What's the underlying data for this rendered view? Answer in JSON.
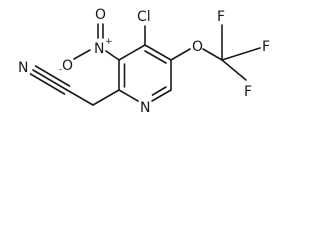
{
  "molecule": {
    "atoms": {
      "chlorine": "Cl",
      "nitro_nitrogen": "N",
      "nitro_plus": "+",
      "nitro_oxygen_upper": "O",
      "nitro_oxygen_left": "O",
      "nitro_minus": "-",
      "ring_oxygen": "O",
      "fluorine_top": "F",
      "fluorine_right": "F",
      "fluorine_bottom": "F",
      "nitrile_nitrogen": "N",
      "ring_nitrogen": "N"
    },
    "colors": {
      "ink": "#1a1a1a",
      "background": "#ffffff"
    }
  }
}
